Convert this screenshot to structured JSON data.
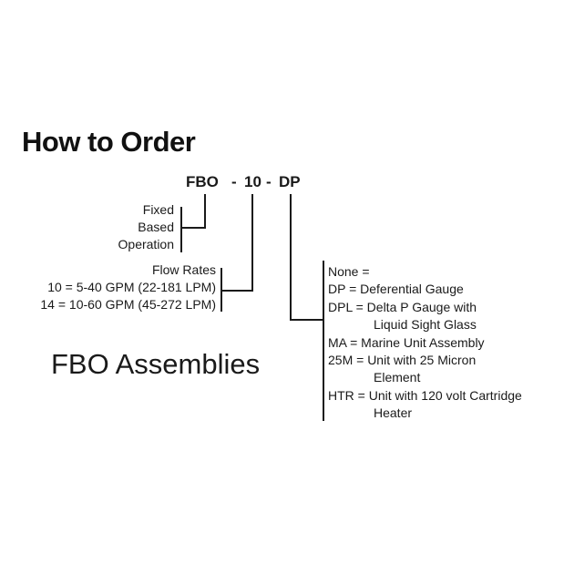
{
  "heading": "How to Order",
  "model_code": {
    "part1": "FBO",
    "sep1": "-",
    "part2": "10",
    "sep2": "-",
    "part3": "DP"
  },
  "fixed_based": [
    "Fixed",
    "Based",
    "Operation"
  ],
  "flow_rates": {
    "title": "Flow Rates",
    "options": [
      "10 = 5-40 GPM (22-181 LPM)",
      "14 = 10-60 GPM (45-272 LPM)"
    ]
  },
  "options": [
    "None =",
    "DP = Deferential Gauge",
    "DPL = Delta P Gauge with",
    "Liquid Sight Glass",
    "MA = Marine Unit Assembly",
    "25M = Unit with 25 Micron",
    "Element",
    "HTR = Unit with 120 volt Cartridge",
    "Heater"
  ],
  "section_title": "FBO Assemblies"
}
